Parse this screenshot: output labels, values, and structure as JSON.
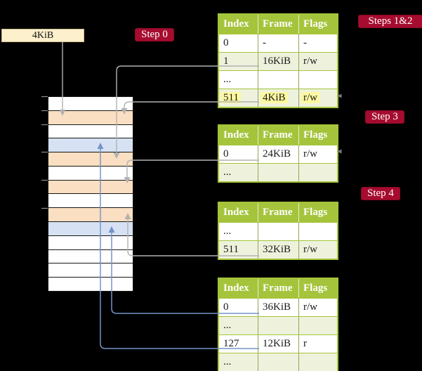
{
  "palette": {
    "background": "#000000",
    "table_green": "#a5c43c",
    "row_shade_green": "#eef2dc",
    "frame_orange": "#fbdfc2",
    "frame_blue": "#d6e2f3",
    "pointer_box_cream": "#fdf0cc",
    "highlight_yellow": "#fdf8a0",
    "badge_red": "#a60c2f",
    "gray_arrow": "#b2b2b2",
    "blue_arrow": "#7693c8"
  },
  "root_pointer": {
    "label": "4KiB"
  },
  "badges": {
    "step0": "Step 0",
    "steps12": "Steps 1&2",
    "step3": "Step 3",
    "step4": "Step 4"
  },
  "table_header": {
    "index": "Index",
    "frame": "Frame",
    "flags": "Flags"
  },
  "tables": [
    {
      "id": "level-4-table",
      "rows": [
        {
          "index": "0",
          "frame": "-",
          "flags": "-"
        },
        {
          "index": "1",
          "frame": "16KiB",
          "flags": "r/w"
        },
        {
          "index": "...",
          "frame": "",
          "flags": ""
        },
        {
          "index": "511",
          "frame": "4KiB",
          "flags": "r/w",
          "highlighted": true
        }
      ]
    },
    {
      "id": "level-3-table",
      "rows": [
        {
          "index": "0",
          "frame": "24KiB",
          "flags": "r/w"
        },
        {
          "index": "...",
          "frame": "",
          "flags": ""
        }
      ]
    },
    {
      "id": "level-2-table",
      "rows": [
        {
          "index": "...",
          "frame": "",
          "flags": ""
        },
        {
          "index": "511",
          "frame": "32KiB",
          "flags": "r/w"
        }
      ]
    },
    {
      "id": "level-1-table",
      "rows": [
        {
          "index": "0",
          "frame": "36KiB",
          "flags": "r/w"
        },
        {
          "index": "...",
          "frame": "",
          "flags": ""
        },
        {
          "index": "127",
          "frame": "12KiB",
          "flags": "r"
        },
        {
          "index": "...",
          "frame": "",
          "flags": ""
        }
      ]
    }
  ],
  "memory": {
    "rows": [
      "white",
      "orange",
      "white",
      "blue",
      "orange",
      "white",
      "orange",
      "white",
      "orange",
      "blue",
      "white",
      "white",
      "white",
      "white"
    ],
    "tick_boundaries": [
      0,
      1,
      2,
      4,
      6,
      8
    ]
  }
}
